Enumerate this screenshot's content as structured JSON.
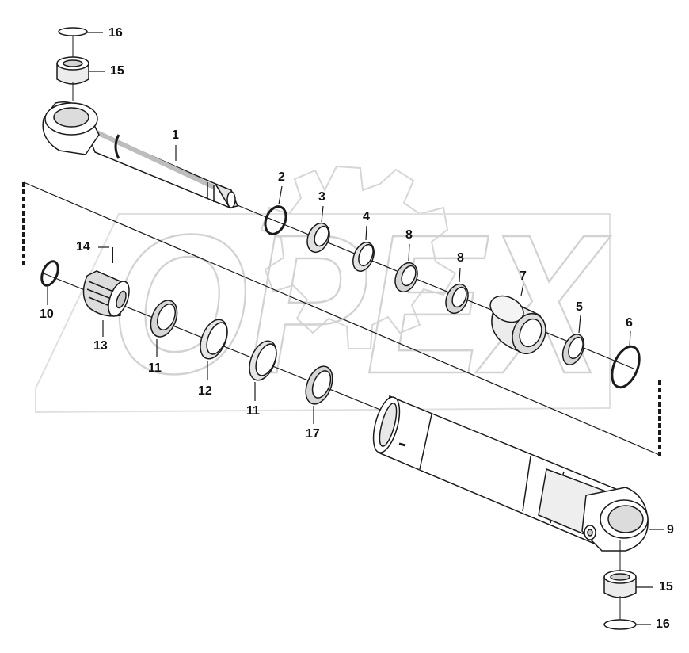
{
  "watermark": {
    "text": "OPEX"
  },
  "colors": {
    "line": "#1a1a1a",
    "fill": "#ffffff",
    "shade": "#d4d4d4",
    "watermark": "#cfcfcf"
  },
  "callouts": {
    "c1": "1",
    "c2": "2",
    "c3": "3",
    "c4": "4",
    "c5": "5",
    "c6": "6",
    "c7": "7",
    "c8a": "8",
    "c8b": "8",
    "c9": "9",
    "c10": "10",
    "c11a": "11",
    "c11b": "11",
    "c12": "12",
    "c13": "13",
    "c14": "14",
    "c15a": "15",
    "c15b": "15",
    "c16a": "16",
    "c16b": "16",
    "c17": "17"
  }
}
